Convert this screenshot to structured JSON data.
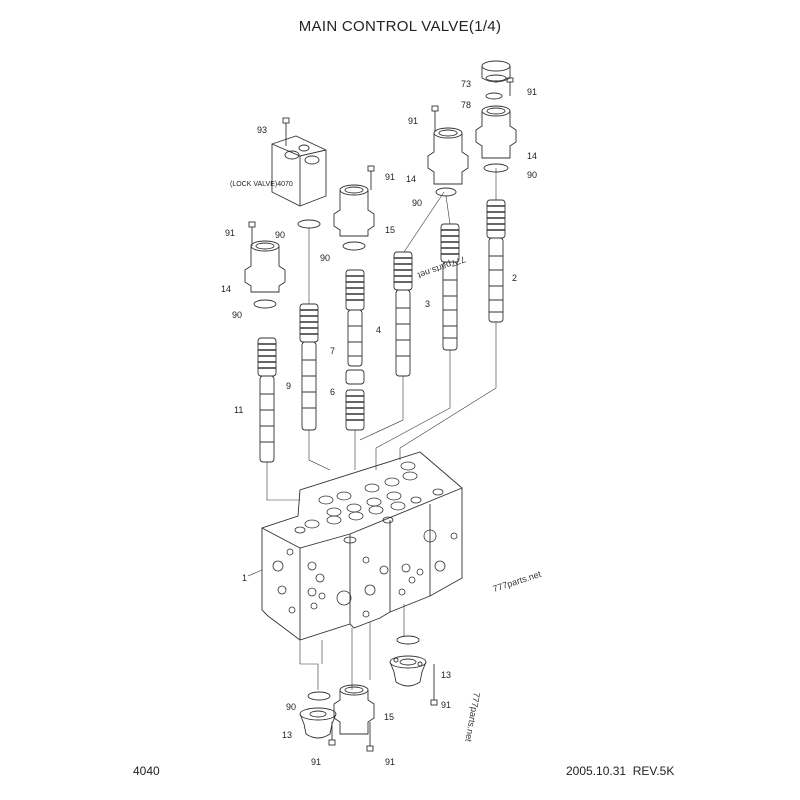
{
  "title": "MAIN CONTROL VALVE(1/4)",
  "footer": {
    "page_number": "4040",
    "date": "2005.10.31",
    "revision": "REV.5K"
  },
  "notes": {
    "lock_valve": "(LOCK VALVE)4070"
  },
  "watermark": "777parts.net",
  "part_labels": [
    {
      "id": "73",
      "text": "73"
    },
    {
      "id": "91a",
      "text": "91"
    },
    {
      "id": "78",
      "text": "78"
    },
    {
      "id": "14a",
      "text": "14"
    },
    {
      "id": "90a",
      "text": "90"
    },
    {
      "id": "2",
      "text": "2"
    },
    {
      "id": "93",
      "text": "93"
    },
    {
      "id": "91b",
      "text": "91"
    },
    {
      "id": "14b",
      "text": "14"
    },
    {
      "id": "91c",
      "text": "91"
    },
    {
      "id": "90b",
      "text": "90"
    },
    {
      "id": "15a",
      "text": "15"
    },
    {
      "id": "3",
      "text": "3"
    },
    {
      "id": "91d",
      "text": "91"
    },
    {
      "id": "90c",
      "text": "90"
    },
    {
      "id": "14c",
      "text": "14"
    },
    {
      "id": "90d",
      "text": "90"
    },
    {
      "id": "90e",
      "text": "90"
    },
    {
      "id": "4",
      "text": "4"
    },
    {
      "id": "7",
      "text": "7"
    },
    {
      "id": "6",
      "text": "6"
    },
    {
      "id": "9",
      "text": "9"
    },
    {
      "id": "11",
      "text": "11"
    },
    {
      "id": "1",
      "text": "1"
    },
    {
      "id": "13a",
      "text": "13"
    },
    {
      "id": "91e",
      "text": "91"
    },
    {
      "id": "90f",
      "text": "90"
    },
    {
      "id": "15b",
      "text": "15"
    },
    {
      "id": "13b",
      "text": "13"
    },
    {
      "id": "91f",
      "text": "91"
    },
    {
      "id": "91g",
      "text": "91"
    }
  ]
}
